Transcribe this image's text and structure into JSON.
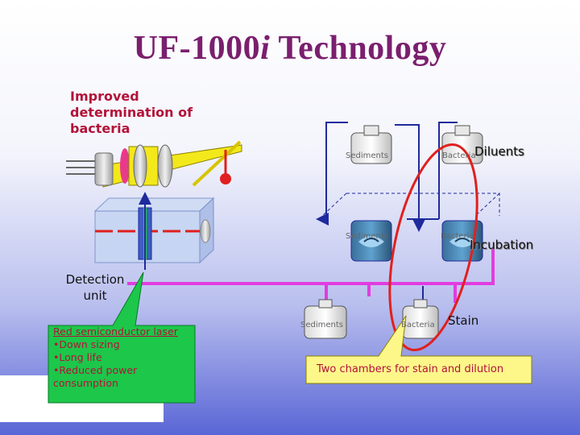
{
  "slide": {
    "title_main": "UF-1000",
    "title_italic": "i",
    "title_rest": " Technology",
    "improved_line1": "Improved",
    "improved_line2": "determination of",
    "improved_line3": "bacteria",
    "detection_line1": "Detection",
    "detection_line2": "unit",
    "callout_line1": "Red semiconductor laser",
    "callout_line2": "•Down sizing",
    "callout_line3": "•Long life",
    "callout_line4": "•Reduced power consumption",
    "label_diluents": "Diluents",
    "label_incubation": "Incubation",
    "label_stain": "Stain",
    "label_chambers": "Two chambers for stain and dilution",
    "bottle_sediments": "Sediments",
    "bottle_bacteria": "Bacteria"
  },
  "colors": {
    "title": "#7a1f6e",
    "accent_red": "#b3123a",
    "tube_magenta": "#e23ce0",
    "line_blue": "#1f2a9c",
    "oval_red": "#e0201e",
    "callout_green": "#1cc74a"
  }
}
